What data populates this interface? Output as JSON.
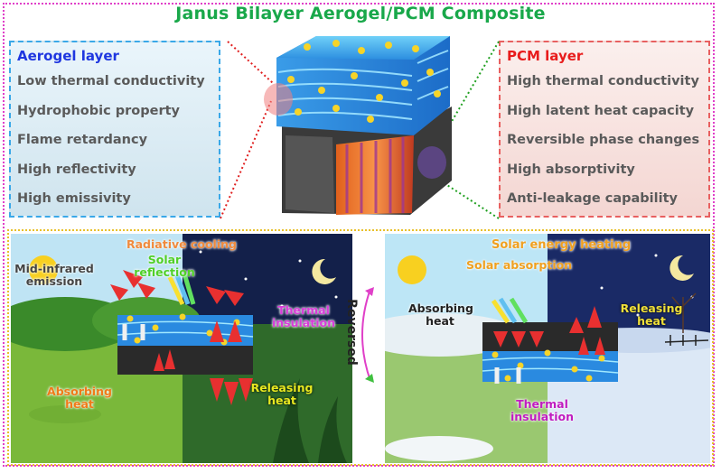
{
  "title": "Janus Bilayer Aerogel/PCM Composite",
  "aerogel": {
    "heading": "Aerogel layer",
    "items": [
      "Low thermal conductivity",
      "Hydrophobic property",
      "Flame retardancy",
      "High reflectivity",
      "High emissivity"
    ]
  },
  "pcm": {
    "heading": "PCM layer",
    "items": [
      "High thermal conductivity",
      "High latent heat capacity",
      "Reversible phase changes",
      "High absorptivity",
      "Anti-leakage capability"
    ]
  },
  "cooling": {
    "title": "Radiative cooling",
    "solar_reflection": "Solar reflection",
    "mid_infrared": "Mid-infrared emission",
    "thermal_insulation": "Thermal insulation",
    "absorbing_heat": "Absorbing heat",
    "releasing_heat": "Releasing heat"
  },
  "heating": {
    "title": "Solar energy heating",
    "solar_absorption": "Solar absorption",
    "absorbing_heat": "Absorbing heat",
    "releasing_heat": "Releasing heat",
    "thermal_insulation": "Thermal insulation"
  },
  "reversed": "Reversed",
  "colors": {
    "title": "#19a84a",
    "aerogel_heading": "#1f37e0",
    "pcm_heading": "#e81c1c",
    "radiative_cooling": "#f08a3c",
    "solar_heating": "#f0a020",
    "thermal_insulation_cooling": "#d83cd8",
    "thermal_insulation_heating": "#c01cc0",
    "absorbing_heat": "#f07a18",
    "releasing_heat_cooling": "#e8e820",
    "releasing_heat_heating": "#f0e038"
  }
}
